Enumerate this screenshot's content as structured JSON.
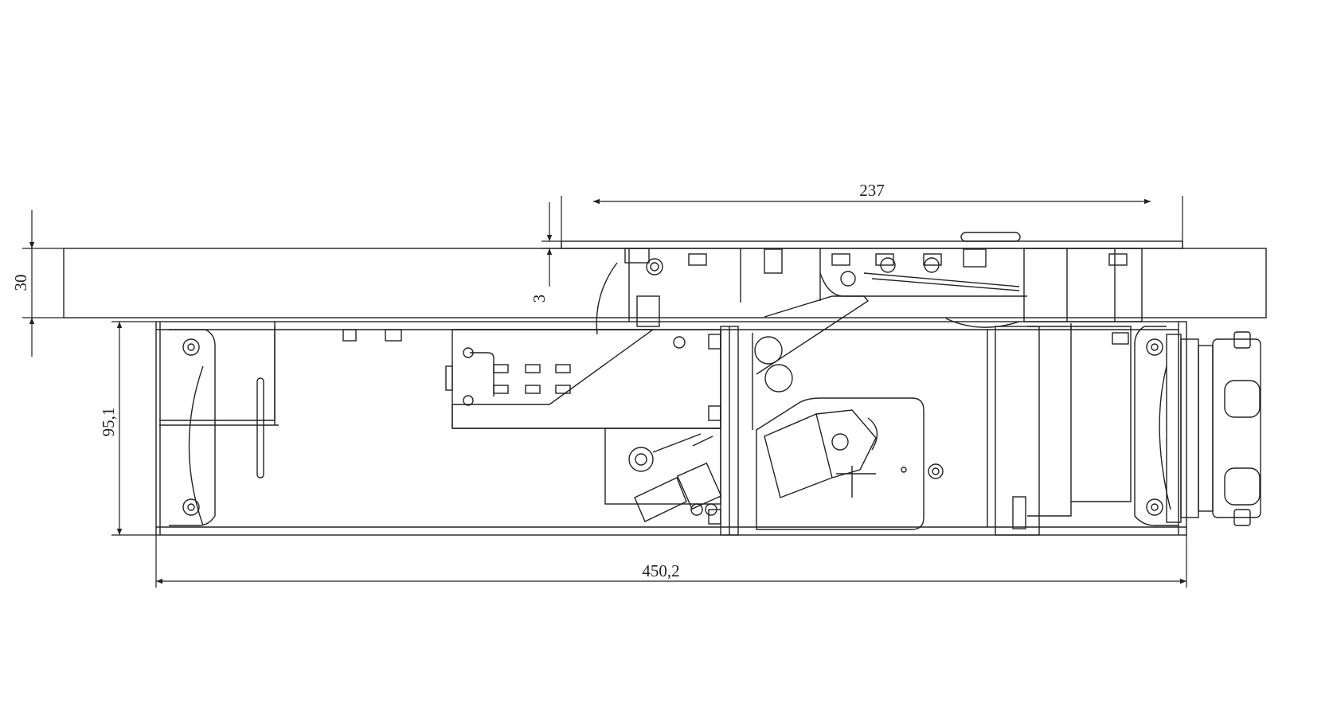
{
  "dimensions": {
    "overall_length": "450,2",
    "top_width": "237",
    "cover_thickness": "30",
    "body_height": "95,1",
    "offset": "3"
  },
  "colors": {
    "stroke": "#222222",
    "background": "#ffffff"
  }
}
